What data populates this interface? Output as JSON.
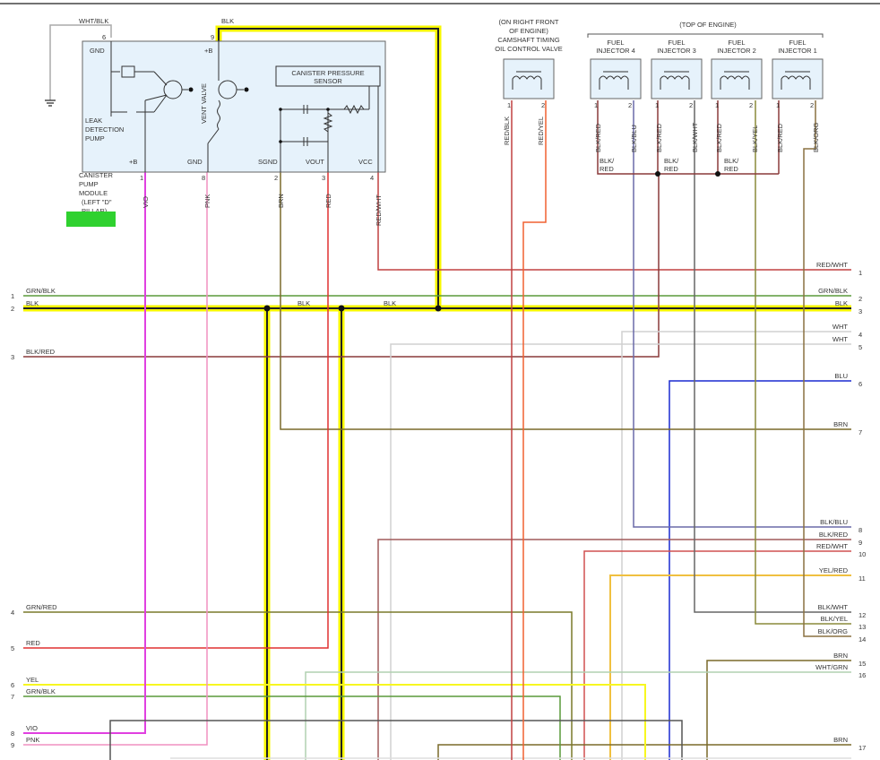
{
  "canister_module": {
    "name_lines": [
      "CANISTER",
      "PUMP",
      "MODULE",
      "(LEFT \"D\"",
      "PILLAR)"
    ],
    "pump_lines": [
      "LEAK",
      "DETECTION",
      "PUMP"
    ],
    "vent_valve": "VENT VALVE",
    "sensor_lines": [
      "CANISTER PRESSURE",
      "SENSOR"
    ],
    "pin_labels": {
      "gnd_top": "GND",
      "b_top": "+B",
      "b_left": "+B",
      "gnd": "GND",
      "sgnd": "SGND",
      "vout": "VOUT",
      "vcc": "VCC"
    },
    "pins": {
      "p6": "6",
      "p9": "9",
      "p1": "1",
      "p8": "8",
      "p2": "2",
      "p3": "3",
      "p4": "4"
    },
    "top_wires": {
      "wht_blk": "WHT/BLK",
      "blk": "BLK"
    },
    "bottom_wires": {
      "vio": "VIO",
      "pnk": "PNK",
      "brn": "BRN",
      "red": "RED",
      "red_wht": "RED/WHT"
    }
  },
  "camshaft_valve": {
    "label_lines": [
      "(ON RIGHT FRONT",
      "OF ENGINE)",
      "CAMSHAFT TIMING",
      "OIL CONTROL VALVE"
    ],
    "pins": [
      "1",
      "2"
    ],
    "wires": [
      "RED/BLK",
      "RED/YEL"
    ]
  },
  "injectors": {
    "group_label": "(TOP OF ENGINE)",
    "items": [
      {
        "line1": "FUEL",
        "line2": "INJECTOR 4",
        "pins": [
          "1",
          "2"
        ],
        "wires": [
          "BLK/RED",
          "BLK/BLU"
        ]
      },
      {
        "line1": "FUEL",
        "line2": "INJECTOR 3",
        "pins": [
          "1",
          "2"
        ],
        "wires": [
          "BLK/RED",
          "BLK/WHT"
        ]
      },
      {
        "line1": "FUEL",
        "line2": "INJECTOR 2",
        "pins": [
          "1",
          "2"
        ],
        "wires": [
          "BLK/RED",
          "BLK/YEL"
        ]
      },
      {
        "line1": "FUEL",
        "line2": "INJECTOR 1",
        "pins": [
          "1",
          "2"
        ],
        "wires": [
          "BLK/RED",
          "BLK/ORG"
        ]
      }
    ],
    "splice_labels": [
      "BLK/",
      "RED"
    ]
  },
  "left_connector": [
    {
      "num": "1",
      "label": "GRN/BLK"
    },
    {
      "num": "2",
      "label": "BLK"
    },
    {
      "num": "3",
      "label": "BLK/RED"
    },
    {
      "num": "4",
      "label": "GRN/RED"
    },
    {
      "num": "5",
      "label": "RED"
    },
    {
      "num": "6",
      "label": "YEL"
    },
    {
      "num": "7",
      "label": "GRN/BLK"
    },
    {
      "num": "8",
      "label": "VIO"
    },
    {
      "num": "9",
      "label": "PNK"
    }
  ],
  "bus_labels": [
    "BLK",
    "BLK"
  ],
  "right_connector": [
    {
      "num": "1",
      "label": "RED/WHT"
    },
    {
      "num": "2",
      "label": "GRN/BLK"
    },
    {
      "num": "3",
      "label": "BLK"
    },
    {
      "num": "4",
      "label": "WHT"
    },
    {
      "num": "5",
      "label": "WHT"
    },
    {
      "num": "6",
      "label": "BLU"
    },
    {
      "num": "7",
      "label": "BRN"
    },
    {
      "num": "8",
      "label": "BLK/BLU"
    },
    {
      "num": "9",
      "label": "BLK/RED"
    },
    {
      "num": "10",
      "label": "RED/WHT"
    },
    {
      "num": "11",
      "label": "YEL/RED"
    },
    {
      "num": "12",
      "label": "BLK/WHT"
    },
    {
      "num": "13",
      "label": "BLK/YEL"
    },
    {
      "num": "14",
      "label": "BLK/ORG"
    },
    {
      "num": "15",
      "label": "BRN"
    },
    {
      "num": "16",
      "label": "WHT/GRN"
    },
    {
      "num": "17",
      "label": "BRN"
    }
  ],
  "colors": {
    "module_fill": "#e6f2fb",
    "highlight": "#f7f700",
    "green_mark": "#2fd12f",
    "vio": "#e040e0",
    "pnk": "#f090c0",
    "red": "#e03030",
    "brn": "#7a6a2a",
    "blu": "#1a2ad0",
    "grn": "#5a9a3a",
    "yel": "#f7f720",
    "wht": "#cccccc"
  }
}
